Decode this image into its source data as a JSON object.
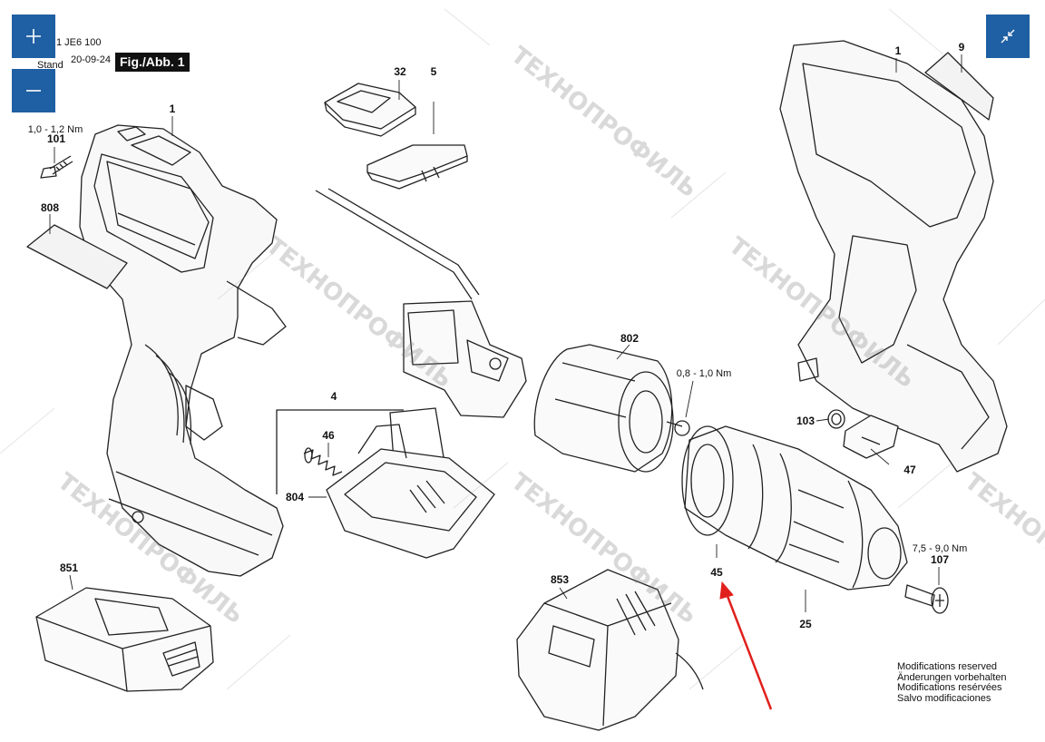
{
  "viewer": {
    "zoom_in_icon": "plus-icon",
    "zoom_out_icon": "minus-icon",
    "fullscreen_icon": "exit-fullscreen-icon"
  },
  "header": {
    "model_line": "1 JE6 100",
    "date_label": "Stand",
    "date_value": "20-09-24",
    "figure_label": "Fig./Abb. 1"
  },
  "parts": [
    {
      "number": "1",
      "id": "housing-left"
    },
    {
      "number": "1",
      "id": "housing-right"
    },
    {
      "number": "101",
      "id": "screw"
    },
    {
      "number": "808",
      "id": "label-plate"
    },
    {
      "number": "32",
      "id": "switch-cap"
    },
    {
      "number": "5",
      "id": "slider"
    },
    {
      "number": "4",
      "id": "switch"
    },
    {
      "number": "46",
      "id": "spring"
    },
    {
      "number": "804",
      "id": "electronics-module"
    },
    {
      "number": "802",
      "id": "motor"
    },
    {
      "number": "9",
      "id": "nameplate"
    },
    {
      "number": "103",
      "id": "rubber-plug"
    },
    {
      "number": "47",
      "id": "belt-clip-block"
    },
    {
      "number": "45",
      "id": "gearbox"
    },
    {
      "number": "25",
      "id": "chuck"
    },
    {
      "number": "107",
      "id": "chuck-screw"
    },
    {
      "number": "851",
      "id": "battery"
    },
    {
      "number": "853",
      "id": "charger"
    }
  ],
  "torque_specs": {
    "screw_101": "1,0 - 1,2 Nm",
    "motor": "0,8 - 1,0 Nm",
    "chuck_screw": "7,5 - 9,0 Nm"
  },
  "modifications": [
    "Modifications reserved",
    "Änderungen vorbehalten",
    "Modifications resérvées",
    "Salvo modificaciones"
  ],
  "watermark": "ТЕХНОПРОФИЛЬ",
  "colors": {
    "button_bg": "#1f5fa3",
    "arrow": "#e0201c",
    "line": "#222222"
  }
}
